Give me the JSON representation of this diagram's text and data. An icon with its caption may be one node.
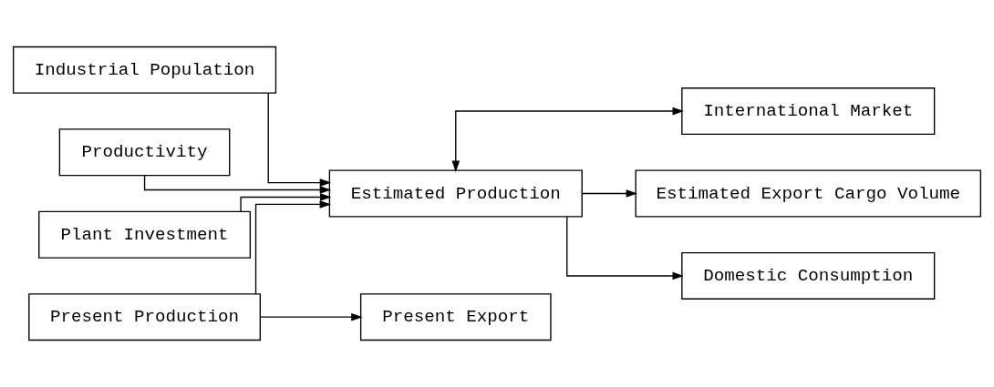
{
  "diagram": {
    "nodes": [
      {
        "text": [
          "Industrial Population"
        ]
      },
      {
        "text": [
          "Productivity"
        ]
      },
      {
        "text": [
          "International Market"
        ]
      },
      {
        "text": [
          "Present Production"
        ]
      },
      {
        "text": [
          "Estimated Production"
        ]
      },
      {
        "text": [
          "Estimated Export Cargo Volume"
        ]
      },
      {
        "text": [
          "Present Export"
        ]
      },
      {
        "text": [
          "Plant Investment"
        ]
      },
      {
        "text": [
          "Domestic Consumption"
        ]
      }
    ],
    "edges": [
      {
        "from": 3,
        "to": 4,
        "arrow": "to"
      },
      {
        "from": 0,
        "to": 4,
        "arrow": "to"
      },
      {
        "from": 1,
        "to": 4,
        "arrow": "to"
      },
      {
        "from": 7,
        "to": 4,
        "arrow": "to"
      },
      {
        "from": 3,
        "to": 6,
        "arrow": "to"
      },
      {
        "from": 4,
        "to": 2,
        "arrow": "both"
      },
      {
        "from": 4,
        "to": 8,
        "arrow": "to"
      },
      {
        "from": 4,
        "to": 5,
        "arrow": "to"
      }
    ]
  }
}
